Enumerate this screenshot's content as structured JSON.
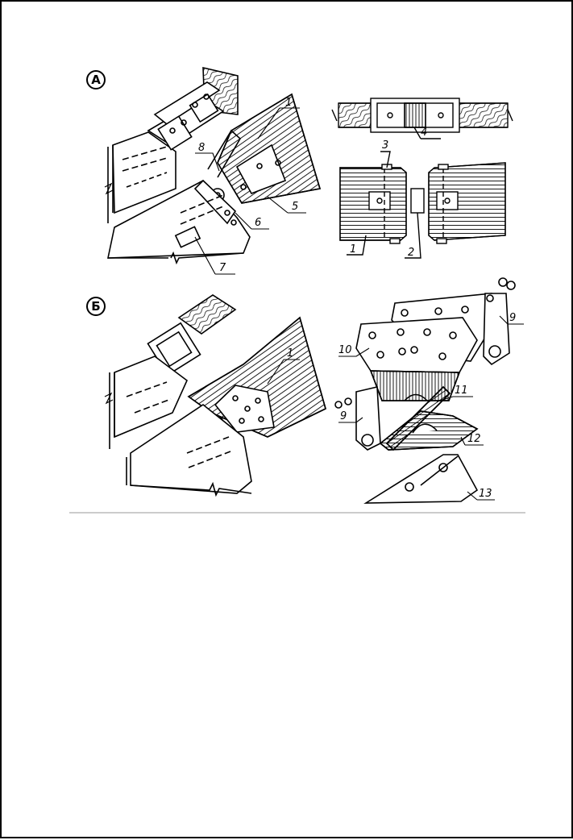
{
  "figure": {
    "sections": [
      {
        "key": "A",
        "label": "А"
      },
      {
        "key": "B",
        "label": "Б"
      }
    ],
    "callouts": [
      {
        "text": "1",
        "view": "A-left"
      },
      {
        "text": "8",
        "view": "A-left"
      },
      {
        "text": "5",
        "view": "A-left"
      },
      {
        "text": "6",
        "view": "A-left"
      },
      {
        "text": "7",
        "view": "A-left"
      },
      {
        "text": "4",
        "view": "A-right-top"
      },
      {
        "text": "3",
        "view": "A-right-bottom"
      },
      {
        "text": "1",
        "view": "A-right-bottom"
      },
      {
        "text": "2",
        "view": "A-right-bottom"
      },
      {
        "text": "1",
        "view": "B-left"
      },
      {
        "text": "9",
        "view": "B-right"
      },
      {
        "text": "10",
        "view": "B-right"
      },
      {
        "text": "11",
        "view": "B-right"
      },
      {
        "text": "9",
        "view": "B-right"
      },
      {
        "text": "12",
        "view": "B-right"
      },
      {
        "text": "13",
        "view": "B-right"
      }
    ]
  }
}
